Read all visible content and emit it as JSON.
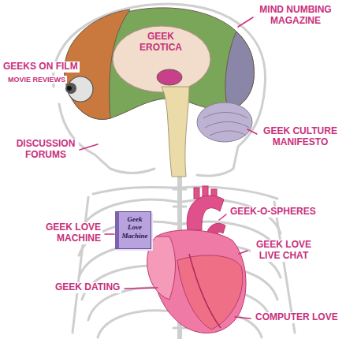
{
  "diagram": {
    "nodes": [
      {
        "text": [
          "Geek Love Machine"
        ]
      }
    ],
    "labels": [
      "MIND NUMBING MAGAZINE",
      "GEEK EROTICA",
      "GEEKS ON FILM",
      "MOVIE REVIEWS",
      "GEEK CULTURE MANIFESTO",
      "DISCUSSION FORUMS",
      "GEEK-O-SPHERES",
      "GEEK LOVE MACHINE",
      "GEEK LOVE LIVE CHAT",
      "GEEK DATING",
      "COMPUTER LOVE"
    ]
  }
}
